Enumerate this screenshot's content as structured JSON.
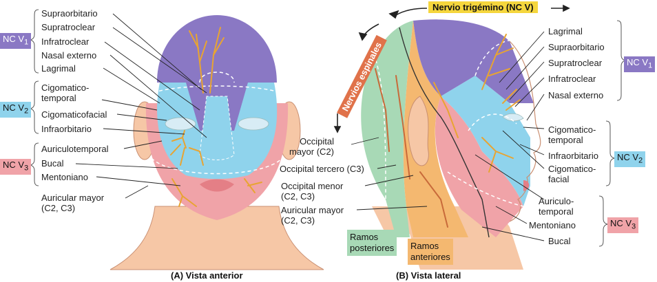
{
  "colors": {
    "v1": "#8a78c4",
    "v2": "#8fd3ec",
    "v3": "#f0a3a8",
    "skin": "#f6c7a6",
    "spinal_posterior": "#a8d9b6",
    "spinal_anterior": "#f4b870",
    "nerve": "#e8a432",
    "trigeminal_box": "#f5d63d",
    "spinal_box": "#e0724a"
  },
  "left": {
    "labels": {
      "supraorbitario": "Supraorbitario",
      "supratroclear": "Supratroclear",
      "infratroclear": "Infratroclear",
      "nasal_externo": "Nasal externo",
      "lagrimal": "Lagrimal",
      "cigomatico_temporal_1": "Cigomatico-",
      "cigomatico_temporal_2": "temporal",
      "cigomaticofacial": "Cigomaticofacial",
      "infraorbitario": "Infraorbitario",
      "auriculotemporal": "Auriculotemporal",
      "bucal": "Bucal",
      "mentoniano": "Mentoniano",
      "auricular_mayor_1": "Auricular mayor",
      "auricular_mayor_2": "(C2, C3)"
    },
    "boxes": {
      "v1_prefix": "NC V",
      "v1_sub": "1",
      "v2_prefix": "NC V",
      "v2_sub": "2",
      "v3_prefix": "NC V",
      "v3_sub": "3"
    },
    "caption": "(A) Vista anterior"
  },
  "right": {
    "trigeminal": "Nervio trigémino (NC V)",
    "spinal": "Nervios espinales",
    "labels": {
      "occipital_mayor_1": "Occipital",
      "occipital_mayor_2": "mayor (C2)",
      "occipital_tercero": "Occipital tercero (C3)",
      "occipital_menor_1": "Occipital menor",
      "occipital_menor_2": "(C2, C3)",
      "auricular_mayor_1": "Auricular mayor",
      "auricular_mayor_2": "(C2, C3)",
      "lagrimal": "Lagrimal",
      "supraorbitario": "Supraorbitario",
      "supratroclear": "Supratroclear",
      "infratroclear": "Infratroclear",
      "nasal_externo": "Nasal externo",
      "cigomatico_temporal_1": "Cigomatico-",
      "cigomatico_temporal_2": "temporal",
      "infraorbitario": "Infraorbitario",
      "cigomatico_facial_1": "Cigomatico-",
      "cigomatico_facial_2": "facial",
      "auriculo_temporal_1": "Auriculo-",
      "auriculo_temporal_2": "temporal",
      "mentoniano": "Mentoniano",
      "bucal": "Bucal"
    },
    "ramos_posteriores_1": "Ramos",
    "ramos_posteriores_2": "posteriores",
    "ramos_anteriores_1": "Ramos",
    "ramos_anteriores_2": "anteriores",
    "boxes": {
      "v1_prefix": "NC V",
      "v1_sub": "1",
      "v2_prefix": "NC V",
      "v2_sub": "2",
      "v3_prefix": "NC V",
      "v3_sub": "3"
    },
    "caption": "(B) Vista lateral"
  }
}
